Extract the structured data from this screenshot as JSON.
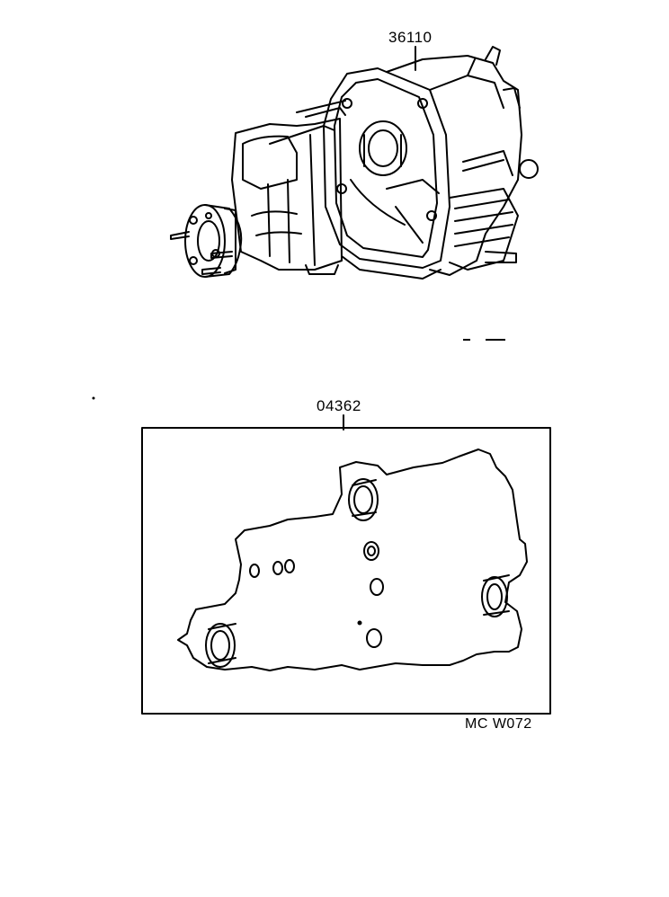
{
  "callouts": {
    "transfer_assembly": "36110",
    "gasket_kit": "04362"
  },
  "illustration_code": "MC W072",
  "colors": {
    "ink": "#000000",
    "paper": "#ffffff"
  }
}
